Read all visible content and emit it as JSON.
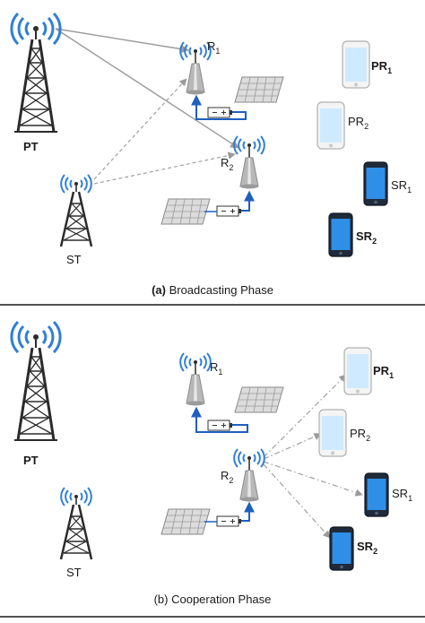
{
  "panel_a": {
    "caption_letter": "(a)",
    "caption_text": "Broadcasting Phase",
    "pt_label": "PT",
    "st_label": "ST",
    "r1_label": "R",
    "r1_sub": "1",
    "r2_label": "R",
    "r2_sub": "2",
    "pr1_label": "PR",
    "pr1_sub": "1",
    "pr2_label": "PR",
    "pr2_sub": "2",
    "sr1_label": "SR",
    "sr1_sub": "1",
    "sr2_label": "SR",
    "sr2_sub": "2"
  },
  "panel_b": {
    "caption_text": "(b) Cooperation Phase",
    "pt_label": "PT",
    "st_label": "ST",
    "r1_label": "R",
    "r1_sub": "1",
    "r2_label": "R",
    "r2_sub": "2",
    "pr1_label": "PR",
    "pr1_sub": "1",
    "pr2_label": "PR",
    "pr2_sub": "2",
    "sr1_label": "SR",
    "sr1_sub": "1",
    "sr2_label": "SR",
    "sr2_sub": "2"
  },
  "colors": {
    "signal_arcs": "#2f7fd6",
    "link_lines": "#9a9a9a",
    "tower": "#2b2b2b",
    "relay_body": "#b8b8b8",
    "power_wire": "#1e5fbf",
    "light_phone": "#eaf6ff",
    "dark_phone": "#1f2a3a"
  }
}
